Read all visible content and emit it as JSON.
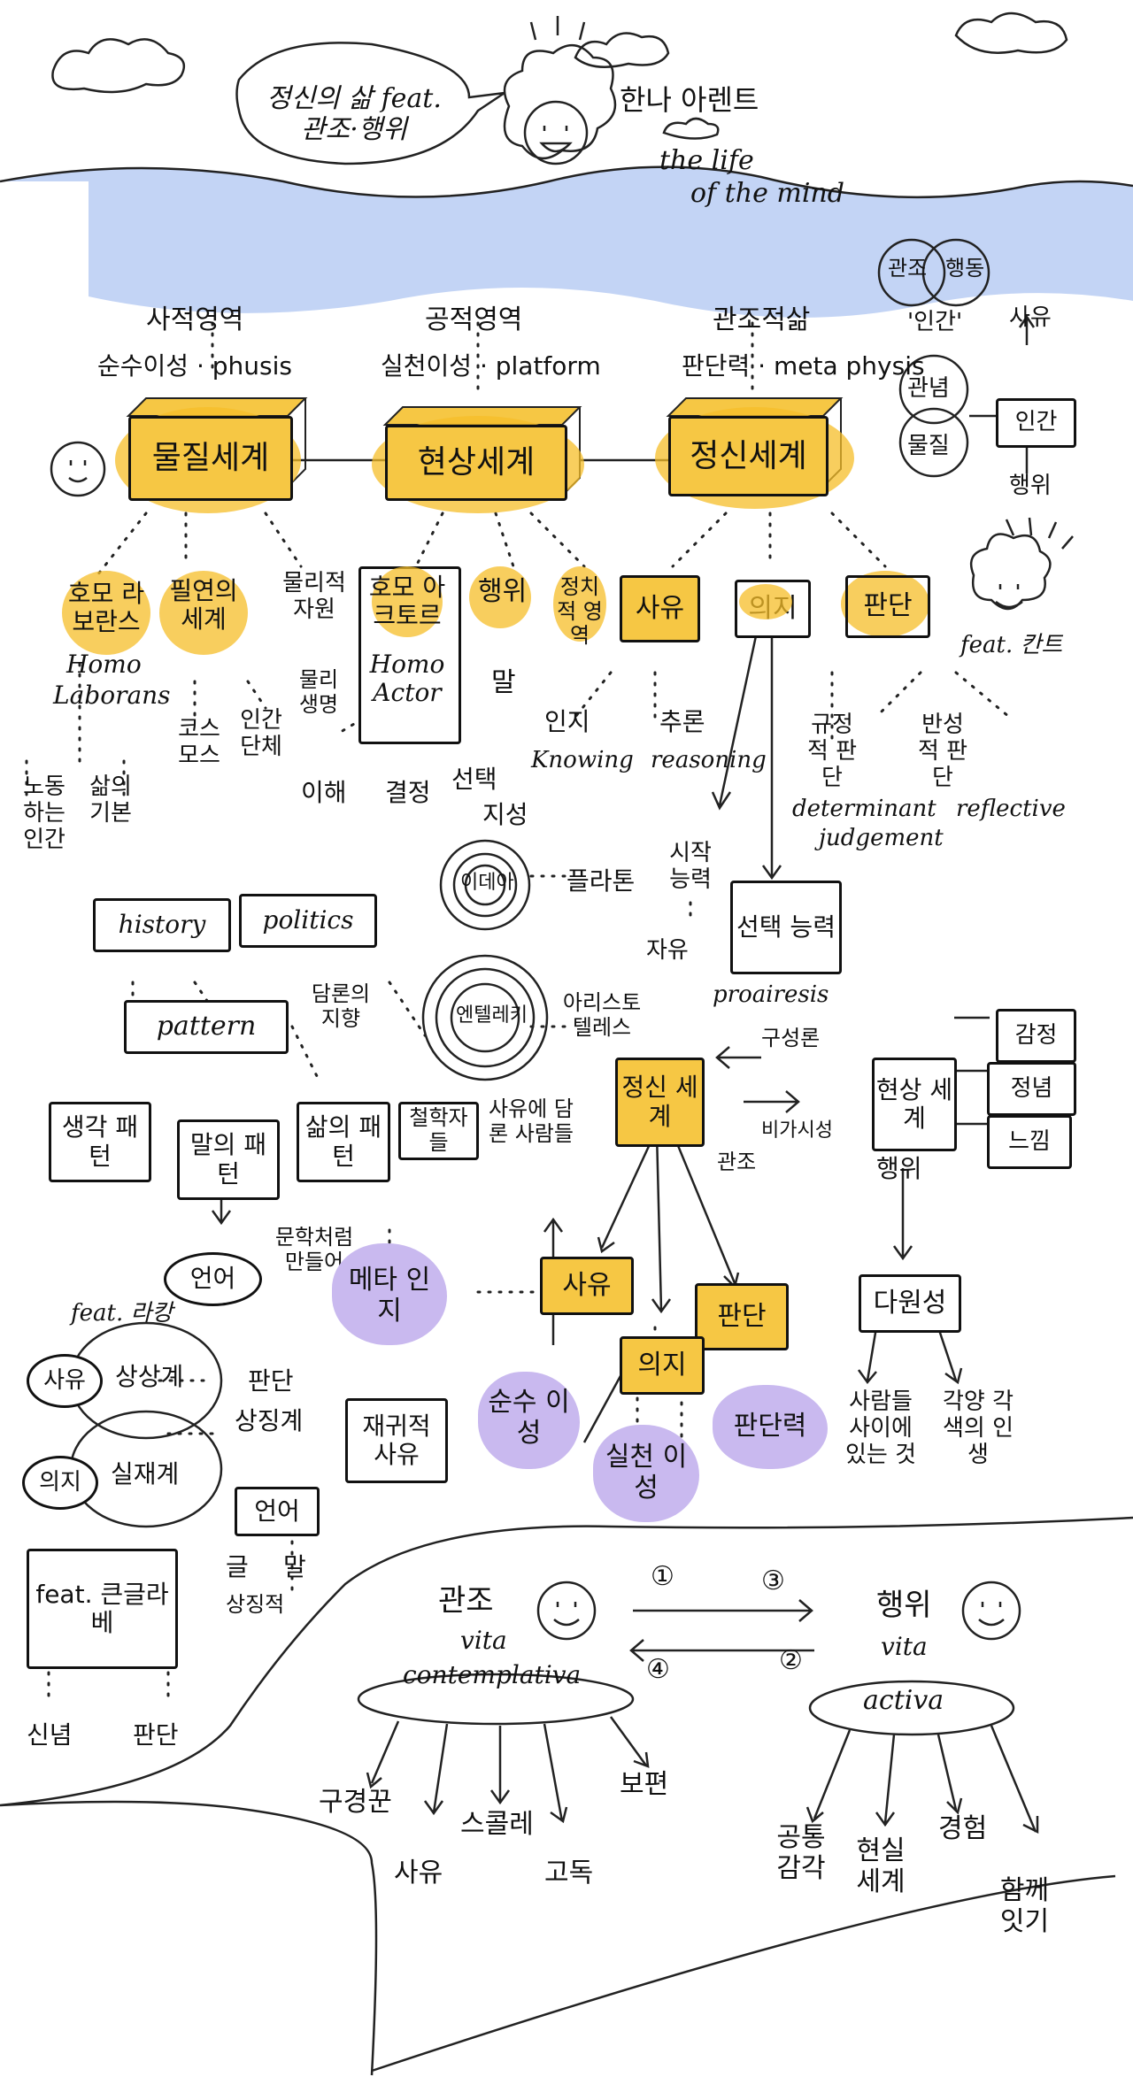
{
  "header": {
    "bubble": "정신의 삶 feat. 관조·행위",
    "author_ko": "한나 아렌트",
    "author_en_1": "the life",
    "author_en_2": "of the mind"
  },
  "venn_top": {
    "left": "관조",
    "right": "행동",
    "caption": "'인간'"
  },
  "venn_mid": {
    "top": "관념",
    "bottom": "물질"
  },
  "human_box": {
    "label": "인간",
    "above": "사유",
    "below": "행위"
  },
  "feat_kant": "feat. 칸트",
  "realms": [
    {
      "heading": "사적영역",
      "sub": "순수이성 · phusis",
      "box": "물질세계"
    },
    {
      "heading": "공적영역",
      "sub": "실천이성 · platform",
      "box": "현상세계"
    },
    {
      "heading": "관조적삶",
      "sub": "판단력 · meta physis",
      "box": "정신세계"
    }
  ],
  "row2": {
    "homo_laborans": "호모 라보란스",
    "homo_laborans_en_1": "Homo",
    "homo_laborans_en_2": "Laborans",
    "necessity": "필연의 세계",
    "physical_need": "물리적 자원",
    "homo_actor": "호모 아크토르",
    "homo_actor_en": "Homo Actor",
    "action": "행위",
    "political": "정치적 영역",
    "thinking": "사유",
    "willing": "의지",
    "judging": "판단"
  },
  "row3": {
    "labor_person": "노동 하는 인간",
    "life_basis": "삶의 기본",
    "cosmos": "코스모스",
    "physical": "물리 생명",
    "human_body": "인간 단체",
    "understanding": "이해",
    "decision": "결정",
    "choice": "선택",
    "knowledge": "지성",
    "speech": "말",
    "cognition": "인지",
    "knowing": "Knowing",
    "reasoning_ko": "추론",
    "reasoning": "reasoning",
    "determinant_ko": "규정적 판단",
    "reflective_ko": "반성적 판단",
    "determinant": "determinant",
    "reflective": "reflective",
    "judgement": "judgement"
  },
  "middle": {
    "history": "history",
    "politics": "politics",
    "pattern": "pattern",
    "discourse": "담론의 지향",
    "idea_circle": "이데아",
    "plato": "플라톤",
    "ability_start": "시작 능력",
    "freedom": "자유",
    "choice_box": "선택 능력",
    "proairesis": "proairesis",
    "aristotle": "아리스토텔레스",
    "entelechy": "엔텔레키",
    "thought_pattern": "생각 패턴",
    "speech_pattern": "말의 패턴",
    "life_pattern": "삶의 패턴",
    "philosophers": "철학자들",
    "people_note": "사유에 담론 사람들",
    "mind_world": "정신 세계",
    "composition": "구성론",
    "comparison": "비가시성",
    "observe": "관조",
    "phenomenon_world": "현상 세계",
    "sense": "감정",
    "concept": "정념",
    "feeling": "느낌",
    "behavior": "행위"
  },
  "lower": {
    "language": "언어",
    "create_note": "문학처럼 만들어",
    "meta": "메타 인지",
    "think2": "사유",
    "judge2": "판단",
    "will2": "의지",
    "pure_reason": "순수 이성",
    "practical_reason": "실천 이성",
    "judgment_power": "판단력",
    "plurality": "다원성",
    "between_people": "사람들 사이에 있는 것",
    "each_life": "각양 각색의 인생",
    "feat_lacan": "feat. 라캉",
    "think3": "사유",
    "imaginary": "상상계",
    "will3": "의지",
    "real": "실재계",
    "judge3": "판단",
    "symbolic": "상징계",
    "language2": "언어",
    "reflexive": "재귀적 사유",
    "writing": "글",
    "speech2": "말",
    "symbolic_note": "상징적",
    "feat_box": "feat. 큰글라베",
    "belief": "신념",
    "judge4": "판단"
  },
  "bottom": {
    "contemplation": "관조",
    "vita_c": "vita",
    "contemplativa": "contemplativa",
    "action": "행위",
    "vita_a": "vita",
    "activa": "activa",
    "n1": "①",
    "n2": "②",
    "n3": "③",
    "n4": "④",
    "c_items": [
      "구경꾼",
      "사유",
      "스콜레",
      "고독",
      "보편"
    ],
    "a_items": [
      "공통 감각",
      "현실 세계",
      "경험",
      "함께 잇기"
    ]
  },
  "colors": {
    "highlight": "#f6c744",
    "water": "#b9cdf3",
    "purple": "#c9b9ef"
  }
}
